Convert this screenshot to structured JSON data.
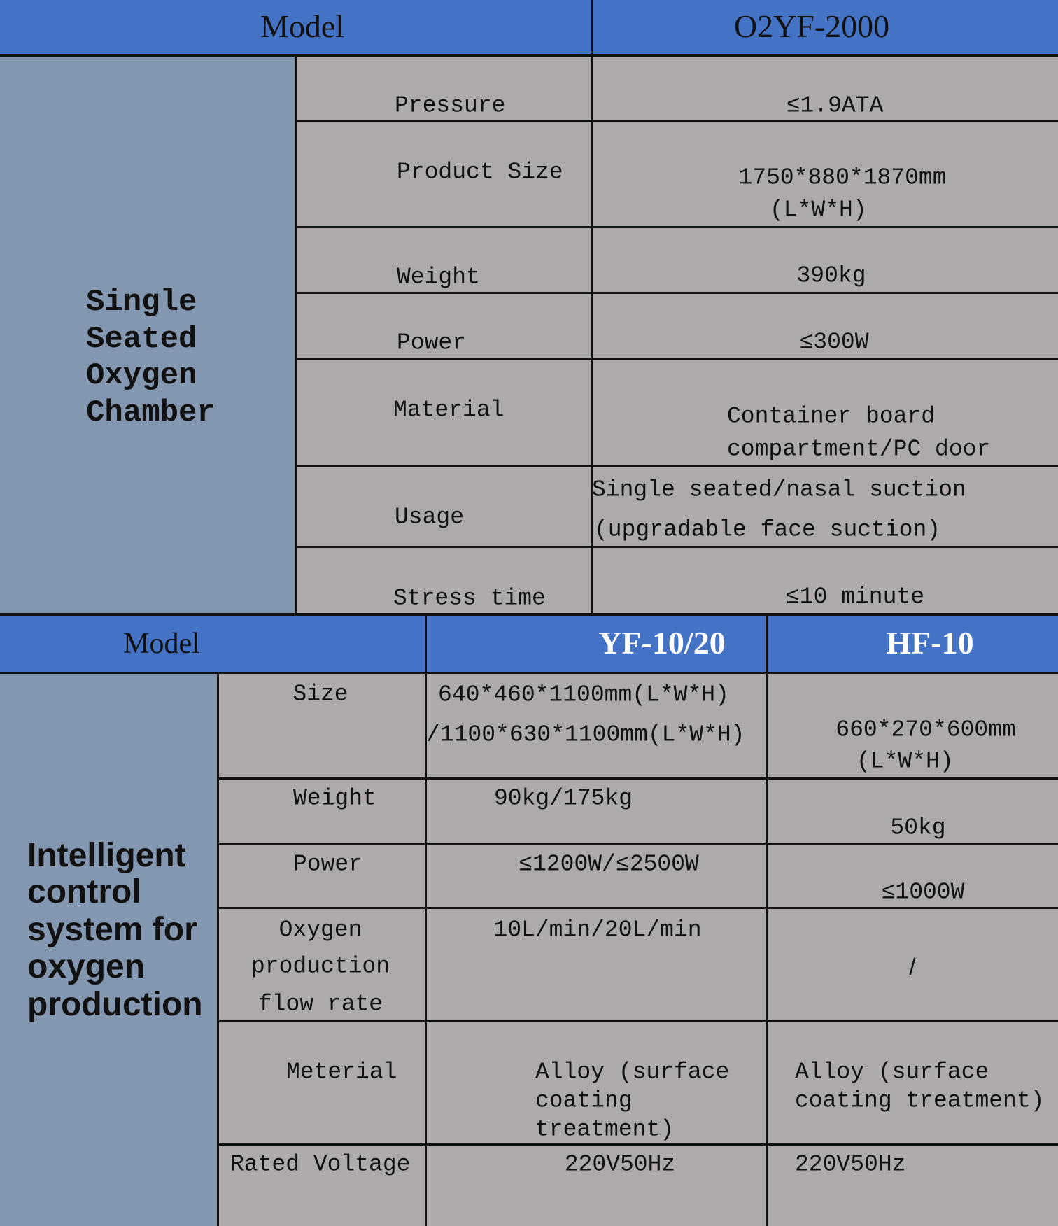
{
  "colors": {
    "header": "#4472C4",
    "category": "#8497B0",
    "cell": "#AEAAAA"
  },
  "top": {
    "header": {
      "model_label": "Model",
      "model_value": "O2YF-2000"
    },
    "category": [
      "Single",
      "Seated",
      "Oxygen",
      "Chamber"
    ],
    "rows": [
      {
        "label": "Pressure",
        "value": [
          "≤1.9ATA"
        ]
      },
      {
        "label": "Product Size",
        "value": [
          "1750*880*1870mm",
          "(L*W*H)"
        ]
      },
      {
        "label": "Weight",
        "value": [
          "390kg"
        ]
      },
      {
        "label": "Power",
        "value": [
          "≤300W"
        ]
      },
      {
        "label": "Material",
        "value": [
          "Container board",
          "compartment/PC door"
        ]
      },
      {
        "label": "Usage",
        "value": [
          "Single seated/nasal suction",
          "(upgradable face suction)"
        ]
      },
      {
        "label": "Stress time",
        "value": [
          "≤10 minute"
        ]
      }
    ]
  },
  "bottom": {
    "header": {
      "model_label": "Model",
      "col1": "YF-10/20",
      "col2": "HF-10"
    },
    "category": [
      "Intelligent",
      "control",
      "system for",
      "oxygen",
      "production"
    ],
    "rows": [
      {
        "label": [
          "Size"
        ],
        "col1": [
          "640*460*1100mm(L*W*H)",
          "/1100*630*1100mm(L*W*H)"
        ],
        "col2": [
          "660*270*600mm",
          "(L*W*H)"
        ]
      },
      {
        "label": [
          "Weight"
        ],
        "col1": [
          "90kg/175kg"
        ],
        "col2": [
          "50kg"
        ]
      },
      {
        "label": [
          "Power"
        ],
        "col1": [
          "≤1200W/≤2500W"
        ],
        "col2": [
          "≤1000W"
        ]
      },
      {
        "label": [
          "Oxygen",
          "production",
          "flow rate"
        ],
        "col1": [
          "10L/min/20L/min"
        ],
        "col2": [
          "/"
        ]
      },
      {
        "label": [
          "Meterial"
        ],
        "col1": [
          "Alloy (surface",
          "coating",
          "treatment)"
        ],
        "col2": [
          "Alloy (surface",
          "coating treatment)"
        ]
      },
      {
        "label": [
          "Rated Voltage"
        ],
        "col1": [
          "220V50Hz"
        ],
        "col2": [
          "220V50Hz"
        ]
      }
    ]
  }
}
